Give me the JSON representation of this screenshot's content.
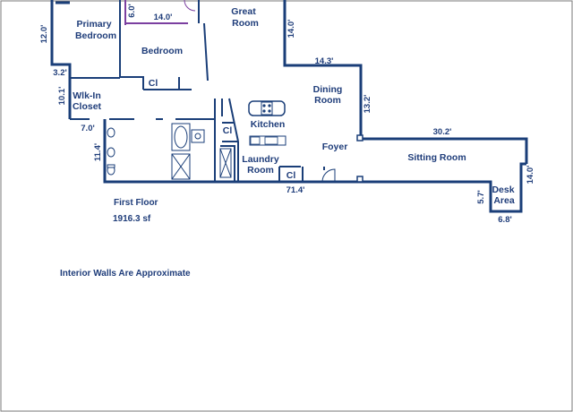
{
  "colors": {
    "wall": "#1a3e78",
    "accent_wall": "#7b3fa0",
    "text": "#1f3d7a",
    "border": "#7a7a7a"
  },
  "rooms": {
    "primary_bedroom_1": "Primary",
    "primary_bedroom_2": "Bedroom",
    "bedroom": "Bedroom",
    "great_room_1": "Great",
    "great_room_2": "Room",
    "dining_1": "Dining",
    "dining_2": "Room",
    "closet_1": "Wlk-In",
    "closet_2": "Closet",
    "kitchen": "Kitchen",
    "foyer": "Foyer",
    "laundry_1": "Laundry",
    "laundry_2": "Room",
    "sitting_room": "Sitting Room",
    "desk_1": "Desk",
    "desk_2": "Area",
    "cl_bedroom": "Cl",
    "cl_kitchen": "Cl",
    "cl_laundry": "Cl"
  },
  "dimensions": {
    "d12_0": "12.0'",
    "d6_0": "6.0'",
    "d14_0_top": "14.0'",
    "d14_0_great": "14.0'",
    "d14_3": "14.3'",
    "d3_2": "3.2'",
    "d10_1": "10.1'",
    "d13_2": "13.2'",
    "d7_0": "7.0'",
    "d30_2": "30.2'",
    "d11_4": "11.4'",
    "d71_4": "71.4'",
    "d5_7": "5.7'",
    "d14_0_desk": "14.0'",
    "d6_8": "6.8'"
  },
  "floor": {
    "name": "First Floor",
    "area": "1916.3 sf"
  },
  "note": "Interior Walls Are Approximate",
  "icons": [
    "range-icon",
    "sink-icon",
    "toilet-icon",
    "shower-icon",
    "door-swing-icon"
  ]
}
